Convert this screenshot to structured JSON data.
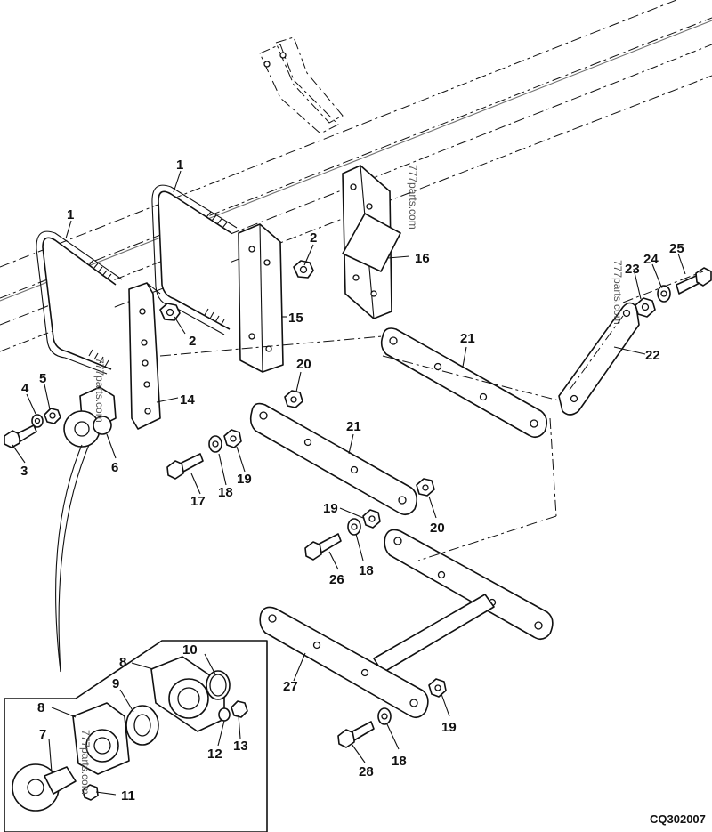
{
  "diagram_code": "CQ302007",
  "watermark": "777parts.com",
  "callouts": {
    "c1a": "1",
    "c1b": "1",
    "c2a": "2",
    "c2b": "2",
    "c3": "3",
    "c4": "4",
    "c5": "5",
    "c6": "6",
    "c7": "7",
    "c8a": "8",
    "c8b": "8",
    "c9": "9",
    "c10": "10",
    "c11": "11",
    "c12": "12",
    "c13": "13",
    "c14": "14",
    "c15": "15",
    "c16": "16",
    "c17": "17",
    "c18a": "18",
    "c18b": "18",
    "c18c": "18",
    "c19a": "19",
    "c19b": "19",
    "c19c": "19",
    "c20a": "20",
    "c20b": "20",
    "c21a": "21",
    "c21b": "21",
    "c22": "22",
    "c23": "23",
    "c24": "24",
    "c25": "25",
    "c26": "26",
    "c27": "27",
    "c28": "28"
  }
}
